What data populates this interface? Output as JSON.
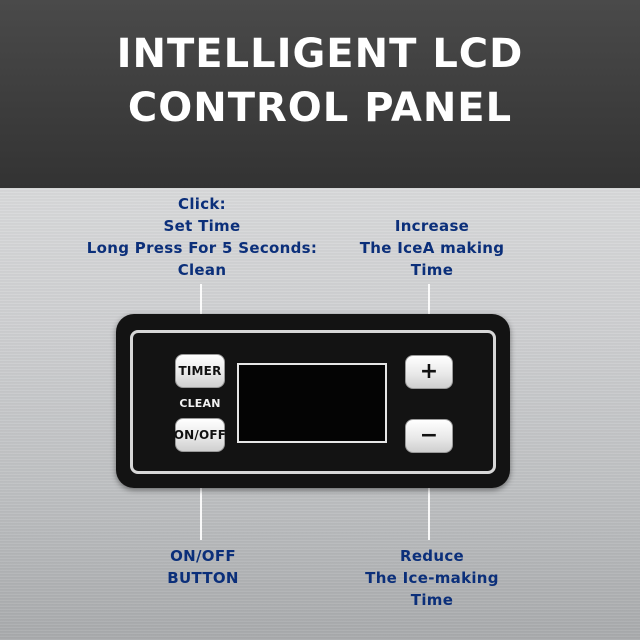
{
  "headline": {
    "line1": "INTELLIGENT LCD",
    "line2": "CONTROL PANEL"
  },
  "callouts": {
    "timer": [
      "Click:",
      "Set Time",
      "Long Press For 5 Seconds:",
      "Clean"
    ],
    "increase": [
      "Increase",
      "The IceA making",
      "Time"
    ],
    "onoff": [
      "ON/OFF",
      "BUTTON"
    ],
    "reduce": [
      "Reduce",
      "The Ice-making",
      "Time"
    ]
  },
  "panel": {
    "timer_button": "TIMER",
    "clean_label": "CLEAN",
    "onoff_button": "ON/OFF",
    "plus_button": "+",
    "minus_button": "−"
  },
  "colors": {
    "callout_text": "#0b2f7a",
    "headline_text": "#ffffff",
    "panel_body": "#131313"
  }
}
